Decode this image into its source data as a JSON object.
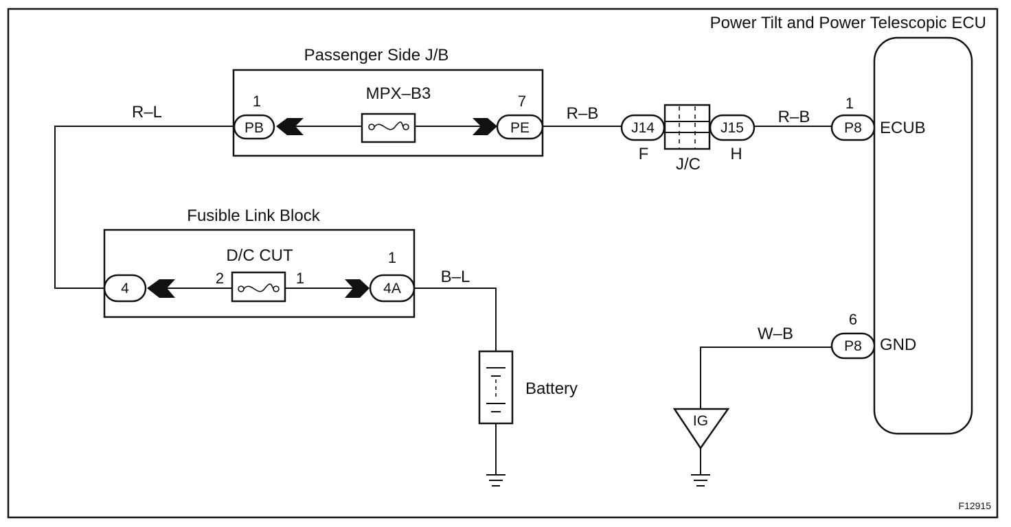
{
  "diagram": {
    "ecu_title": "Power Tilt and Power Telescopic ECU",
    "figure_id": "F12915",
    "passenger_jb": {
      "title": "Passenger Side J/B",
      "fuse": "MPX–B3",
      "left_connector": {
        "pin": "1",
        "name": "PB"
      },
      "right_connector": {
        "pin": "7",
        "name": "PE"
      }
    },
    "fusible_link_block": {
      "title": "Fusible Link Block",
      "fuse": "D/C CUT",
      "fuse_pin_left": "2",
      "fuse_pin_right": "1",
      "left_connector": {
        "name": "4"
      },
      "right_connector": {
        "pin": "1",
        "name": "4A"
      }
    },
    "junction": {
      "left_connector": "J14",
      "left_label": "F",
      "right_connector": "J15",
      "right_label": "H",
      "name": "J/C"
    },
    "ecu": {
      "ecub": {
        "pin": "1",
        "connector": "P8",
        "terminal": "ECUB"
      },
      "gnd": {
        "pin": "6",
        "connector": "P8",
        "terminal": "GND"
      }
    },
    "wires": {
      "rl": "R–L",
      "rb1": "R–B",
      "rb2": "R–B",
      "bl": "B–L",
      "wb": "W–B"
    },
    "battery_label": "Battery",
    "ground_point": "IG"
  }
}
